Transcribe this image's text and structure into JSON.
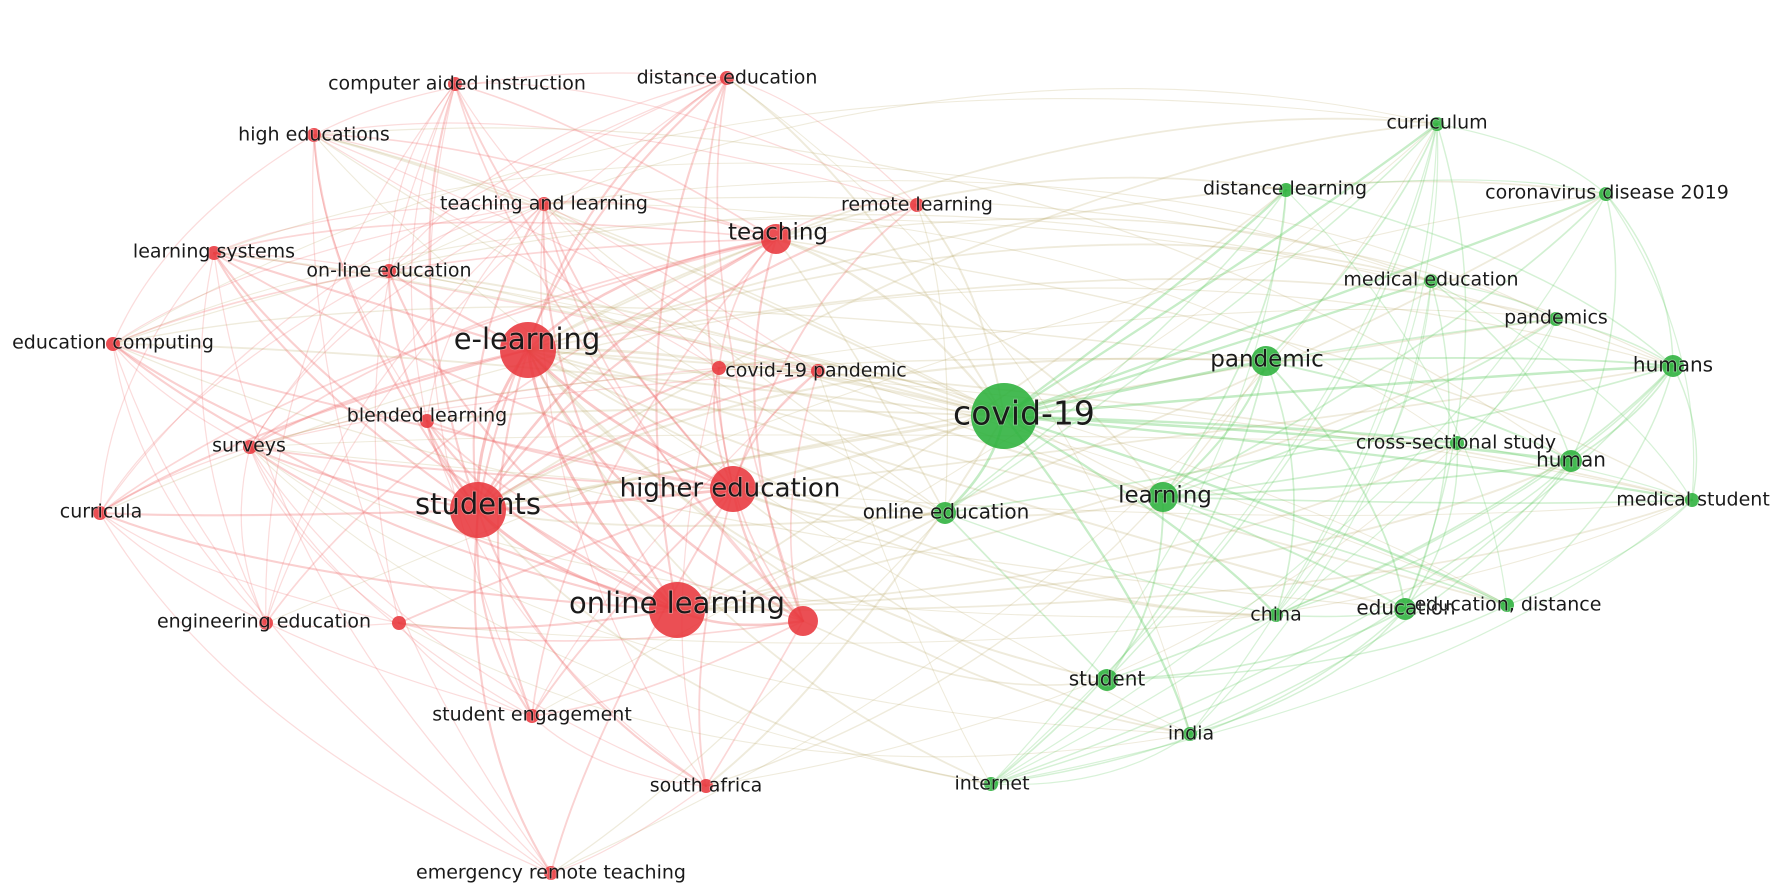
{
  "clusters": [
    {
      "name": "red",
      "color": "#e8373c",
      "edge_color": "#ef6e6e"
    },
    {
      "name": "green",
      "color": "#2bb13b",
      "edge_color": "#5cc95e"
    }
  ],
  "bridge_edge_color": "#b6a35e",
  "nodes": [
    {
      "id": "computer-aided-instruction",
      "label": "computer aided instruction",
      "cluster": 0,
      "weight": 1
    },
    {
      "id": "distance-education",
      "label": "distance education",
      "cluster": 0,
      "weight": 1
    },
    {
      "id": "high-educations",
      "label": "high educations",
      "cluster": 0,
      "weight": 1
    },
    {
      "id": "teaching-and-learning",
      "label": "teaching and learning",
      "cluster": 0,
      "weight": 1
    },
    {
      "id": "remote-learning",
      "label": "remote learning",
      "cluster": 0,
      "weight": 1
    },
    {
      "id": "teaching",
      "label": "teaching",
      "cluster": 0,
      "weight": 3
    },
    {
      "id": "learning-systems",
      "label": "learning systems",
      "cluster": 0,
      "weight": 1
    },
    {
      "id": "on-line-education",
      "label": "on-line education",
      "cluster": 0,
      "weight": 1
    },
    {
      "id": "education-computing",
      "label": "education computing",
      "cluster": 0,
      "weight": 1
    },
    {
      "id": "e-learning",
      "label": "e-learning",
      "cluster": 0,
      "weight": 5
    },
    {
      "id": "covid-19-pandemic",
      "label": "covid-19 pandemic",
      "cluster": 0,
      "weight": 1
    },
    {
      "id": "blended-learning",
      "label": "blended learning",
      "cluster": 0,
      "weight": 1
    },
    {
      "id": "surveys",
      "label": "surveys",
      "cluster": 0,
      "weight": 1
    },
    {
      "id": "curricula",
      "label": "curricula",
      "cluster": 0,
      "weight": 1
    },
    {
      "id": "students",
      "label": "students",
      "cluster": 0,
      "weight": 5
    },
    {
      "id": "higher-education",
      "label": "higher education",
      "cluster": 0,
      "weight": 4
    },
    {
      "id": "engineering-education",
      "label": "engineering education",
      "cluster": 0,
      "weight": 1
    },
    {
      "id": "online-learning",
      "label": "online learning",
      "cluster": 0,
      "weight": 5
    },
    {
      "id": "student-engagement",
      "label": "student engagement",
      "cluster": 0,
      "weight": 1
    },
    {
      "id": "south-africa",
      "label": "south africa",
      "cluster": 0,
      "weight": 1
    },
    {
      "id": "emergency-remote-teaching",
      "label": "emergency remote teaching",
      "cluster": 0,
      "weight": 1
    },
    {
      "id": "unlabeled-red-1",
      "label": "",
      "cluster": 0,
      "weight": 3
    },
    {
      "id": "unlabeled-red-2",
      "label": "",
      "cluster": 0,
      "weight": 1
    },
    {
      "id": "unlabeled-red-3",
      "label": "",
      "cluster": 0,
      "weight": 1
    },
    {
      "id": "covid-19",
      "label": "covid-19",
      "cluster": 1,
      "weight": 6
    },
    {
      "id": "curriculum",
      "label": "curriculum",
      "cluster": 1,
      "weight": 1
    },
    {
      "id": "distance-learning",
      "label": "distance learning",
      "cluster": 1,
      "weight": 1
    },
    {
      "id": "coronavirus-disease-2019",
      "label": "coronavirus disease 2019",
      "cluster": 1,
      "weight": 1
    },
    {
      "id": "medical-education",
      "label": "medical education",
      "cluster": 1,
      "weight": 1
    },
    {
      "id": "pandemics",
      "label": "pandemics",
      "cluster": 1,
      "weight": 1
    },
    {
      "id": "pandemic",
      "label": "pandemic",
      "cluster": 1,
      "weight": 3
    },
    {
      "id": "humans",
      "label": "humans",
      "cluster": 1,
      "weight": 2
    },
    {
      "id": "cross-sectional-study",
      "label": "cross-sectional study",
      "cluster": 1,
      "weight": 1
    },
    {
      "id": "human",
      "label": "human",
      "cluster": 1,
      "weight": 2
    },
    {
      "id": "learning",
      "label": "learning",
      "cluster": 1,
      "weight": 3
    },
    {
      "id": "online-education",
      "label": "online education",
      "cluster": 1,
      "weight": 2
    },
    {
      "id": "medical-student",
      "label": "medical student",
      "cluster": 1,
      "weight": 1
    },
    {
      "id": "china",
      "label": "china",
      "cluster": 1,
      "weight": 1
    },
    {
      "id": "education",
      "label": "education",
      "cluster": 1,
      "weight": 2
    },
    {
      "id": "education-distance",
      "label": "education, distance",
      "cluster": 1,
      "weight": 1
    },
    {
      "id": "student",
      "label": "student",
      "cluster": 1,
      "weight": 2
    },
    {
      "id": "india",
      "label": "india",
      "cluster": 1,
      "weight": 1
    },
    {
      "id": "internet",
      "label": "internet",
      "cluster": 1,
      "weight": 1
    }
  ]
}
